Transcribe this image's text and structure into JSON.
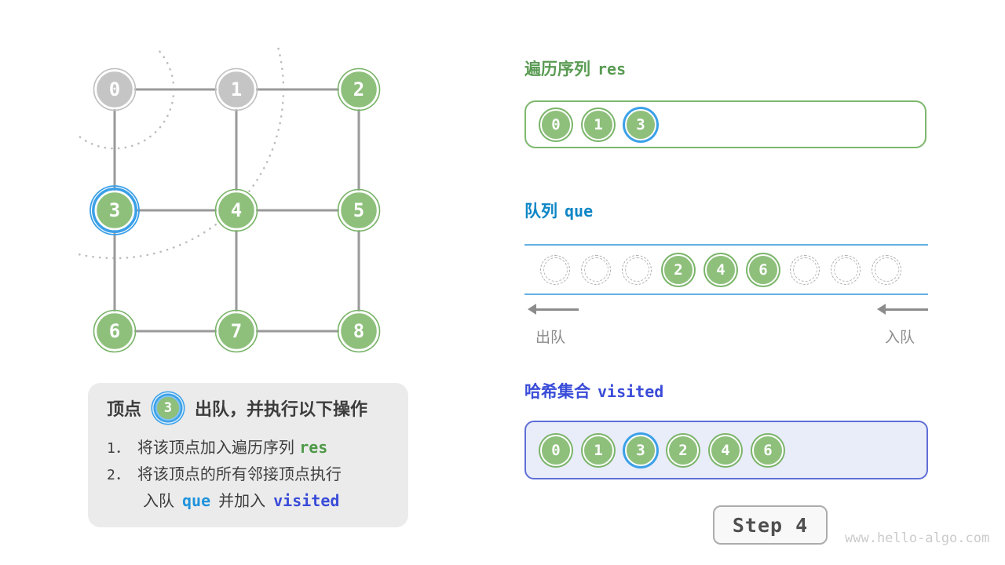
{
  "colors": {
    "node_green_fill": "#8EC07C",
    "node_green_ring": "#79B468",
    "node_gray_fill": "#C5C5C5",
    "highlight_blue": "#3BA0E8",
    "edge_gray": "#9A9A9A",
    "res_green": "#5A9B53",
    "que_blue": "#0E86C6",
    "visited_indigo": "#3A4CD8",
    "visited_bg": "#E9ECF9",
    "info_box_bg": "#EBEBEB"
  },
  "graph": {
    "nodes": [
      {
        "label": "0",
        "state": "dequeued-gray"
      },
      {
        "label": "1",
        "state": "dequeued-gray"
      },
      {
        "label": "2",
        "state": "green"
      },
      {
        "label": "3",
        "state": "current-highlighted"
      },
      {
        "label": "4",
        "state": "green"
      },
      {
        "label": "5",
        "state": "green"
      },
      {
        "label": "6",
        "state": "green"
      },
      {
        "label": "7",
        "state": "green"
      },
      {
        "label": "8",
        "state": "green"
      }
    ],
    "edges": [
      "0-1",
      "1-2",
      "3-4",
      "4-5",
      "6-7",
      "7-8",
      "0-3",
      "3-6",
      "1-4",
      "4-7",
      "2-5",
      "5-8"
    ]
  },
  "res_section": {
    "title_cn": "遍历序列",
    "title_code": "res",
    "items": [
      "0",
      "1",
      "3"
    ],
    "highlighted_item": "3"
  },
  "queue_section": {
    "title_cn": "队列",
    "title_code": "que",
    "items": [
      "2",
      "4",
      "6"
    ],
    "empty_slots_front": 3,
    "empty_slots_back": 3,
    "dequeue_label": "出队",
    "enqueue_label": "入队"
  },
  "visited_section": {
    "title_cn": "哈希集合",
    "title_code": "visited",
    "items": [
      "0",
      "1",
      "3",
      "2",
      "4",
      "6"
    ],
    "highlighted_item": "3"
  },
  "info_box": {
    "title_prefix": "顶点",
    "title_node": "3",
    "title_suffix": "出队，并执行以下操作",
    "line1_num": "1．",
    "line1_text": "将该顶点加入遍历序列",
    "line1_code": "res",
    "line2_num": "2．",
    "line2_text": "将该顶点的所有邻接顶点执行",
    "line3_part1": "入队",
    "line3_code1": "que",
    "line3_part2": "并加入",
    "line3_code2": "visited"
  },
  "footer": {
    "step_label": "Step 4",
    "watermark": "www.hello-algo.com"
  }
}
